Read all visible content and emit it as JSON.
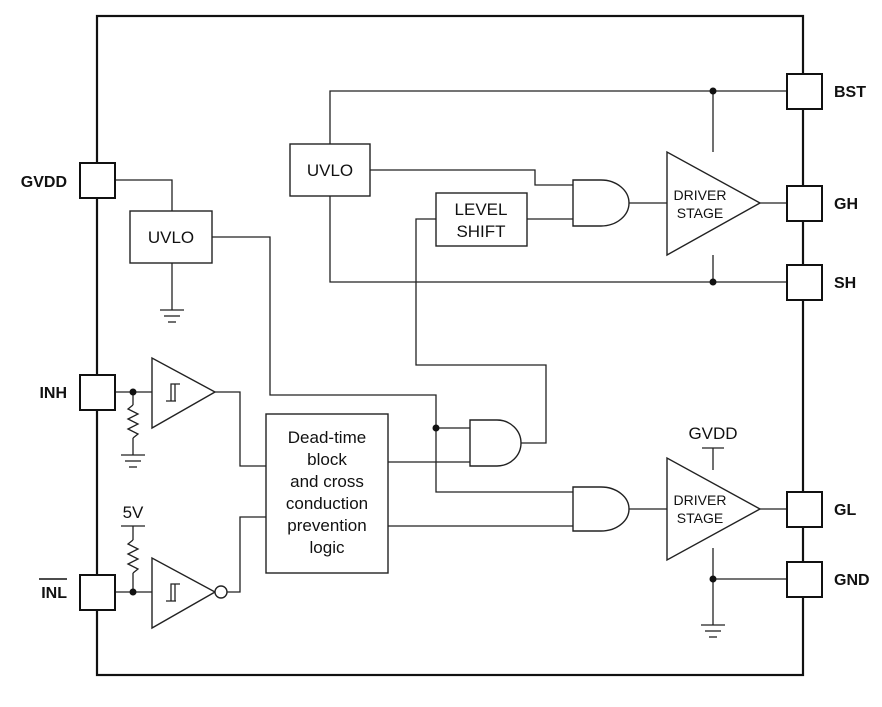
{
  "pins": {
    "gvdd": "GVDD",
    "inh": "INH",
    "inl": "INL",
    "bst": "BST",
    "gh": "GH",
    "sh": "SH",
    "gl": "GL",
    "gnd": "GND"
  },
  "blocks": {
    "uvlo_left": "UVLO",
    "uvlo_top": "UVLO",
    "level_shift_line1": "LEVEL",
    "level_shift_line2": "SHIFT",
    "deadtime_lines": [
      "Dead-time",
      "block",
      "and cross",
      "conduction",
      "prevention",
      "logic"
    ],
    "driver_high_line1": "DRIVER",
    "driver_high_line2": "STAGE",
    "driver_low_line1": "DRIVER",
    "driver_low_line2": "STAGE"
  },
  "labels": {
    "supply_5v": "5V",
    "gvdd_supply": "GVDD"
  }
}
